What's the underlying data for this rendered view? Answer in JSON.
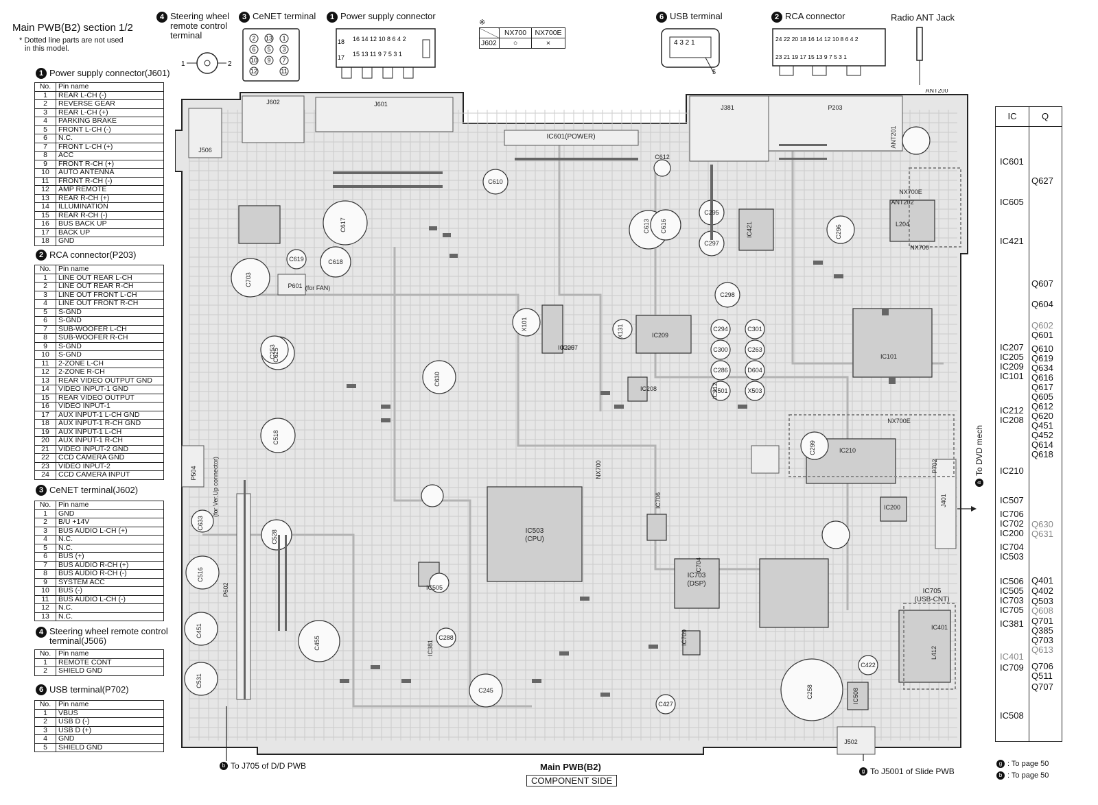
{
  "title": "Main PWB(B2) section 1/2",
  "note_lines": [
    "* Dotted line parts are not used",
    "in this model."
  ],
  "sections": [
    {
      "num": "1",
      "title": "Power supply connector(J601)",
      "headers": [
        "No.",
        "Pin name"
      ],
      "rows": [
        [
          "1",
          "REAR L-CH (-)"
        ],
        [
          "2",
          "REVERSE GEAR"
        ],
        [
          "3",
          "REAR L-CH (+)"
        ],
        [
          "4",
          "PARKING BRAKE"
        ],
        [
          "5",
          "FRONT L-CH (-)"
        ],
        [
          "6",
          "N.C."
        ],
        [
          "7",
          "FRONT L-CH (+)"
        ],
        [
          "8",
          "ACC"
        ],
        [
          "9",
          "FRONT R-CH (+)"
        ],
        [
          "10",
          "AUTO ANTENNA"
        ],
        [
          "11",
          "FRONT R-CH (-)"
        ],
        [
          "12",
          "AMP REMOTE"
        ],
        [
          "13",
          "REAR R-CH (+)"
        ],
        [
          "14",
          "ILLUMINATION"
        ],
        [
          "15",
          "REAR R-CH (-)"
        ],
        [
          "16",
          "BUS BACK UP"
        ],
        [
          "17",
          "BACK UP"
        ],
        [
          "18",
          "GND"
        ]
      ]
    },
    {
      "num": "2",
      "title": "RCA connector(P203)",
      "headers": [
        "No.",
        "Pin name"
      ],
      "rows": [
        [
          "1",
          "LINE OUT REAR L-CH"
        ],
        [
          "2",
          "LINE OUT REAR R-CH"
        ],
        [
          "3",
          "LINE OUT FRONT L-CH"
        ],
        [
          "4",
          "LINE OUT FRONT R-CH"
        ],
        [
          "5",
          "S-GND"
        ],
        [
          "6",
          "S-GND"
        ],
        [
          "7",
          "SUB-WOOFER L-CH"
        ],
        [
          "8",
          "SUB-WOOFER R-CH"
        ],
        [
          "9",
          "S-GND"
        ],
        [
          "10",
          "S-GND"
        ],
        [
          "11",
          "2-ZONE L-CH"
        ],
        [
          "12",
          "2-ZONE R-CH"
        ],
        [
          "13",
          "REAR VIDEO OUTPUT GND"
        ],
        [
          "14",
          "VIDEO INPUT-1 GND"
        ],
        [
          "15",
          "REAR VIDEO OUTPUT"
        ],
        [
          "16",
          "VIDEO INPUT-1"
        ],
        [
          "17",
          "AUX INPUT-1 L-CH GND"
        ],
        [
          "18",
          "AUX INPUT-1 R-CH GND"
        ],
        [
          "19",
          "AUX INPUT-1 L-CH"
        ],
        [
          "20",
          "AUX INPUT-1 R-CH"
        ],
        [
          "21",
          "VIDEO INPUT-2 GND"
        ],
        [
          "22",
          "CCD CAMERA GND"
        ],
        [
          "23",
          "VIDEO INPUT-2"
        ],
        [
          "24",
          "CCD CAMERA INPUT"
        ]
      ]
    },
    {
      "num": "3",
      "title": "CeNET terminal(J602)",
      "headers": [
        "No.",
        "Pin name"
      ],
      "rows": [
        [
          "1",
          "GND"
        ],
        [
          "2",
          "B/U +14V"
        ],
        [
          "3",
          "BUS AUDIO L-CH (+)"
        ],
        [
          "4",
          "N.C."
        ],
        [
          "5",
          "N.C."
        ],
        [
          "6",
          "BUS (+)"
        ],
        [
          "7",
          "BUS AUDIO R-CH (+)"
        ],
        [
          "8",
          "BUS AUDIO R-CH (-)"
        ],
        [
          "9",
          "SYSTEM ACC"
        ],
        [
          "10",
          "BUS (-)"
        ],
        [
          "11",
          "BUS AUDIO L-CH (-)"
        ],
        [
          "12",
          "N.C."
        ],
        [
          "13",
          "N.C."
        ]
      ]
    },
    {
      "num": "4",
      "title": "Steering wheel remote control terminal(J506)",
      "headers": [
        "No.",
        "Pin name"
      ],
      "rows": [
        [
          "1",
          "REMOTE CONT"
        ],
        [
          "2",
          "SHIELD GND"
        ]
      ]
    },
    {
      "num": "6",
      "title": "USB terminal(P702)",
      "headers": [
        "No.",
        "Pin name"
      ],
      "rows": [
        [
          "1",
          "VBUS"
        ],
        [
          "2",
          "USB D (-)"
        ],
        [
          "3",
          "USB D (+)"
        ],
        [
          "4",
          "GND"
        ],
        [
          "5",
          "SHIELD GND"
        ]
      ]
    }
  ],
  "top_labels": {
    "steering": {
      "num": "4",
      "lines": [
        "Steering wheel",
        "remote control",
        "terminal"
      ]
    },
    "cenet": {
      "num": "3",
      "text": "CeNET terminal"
    },
    "power": {
      "num": "1",
      "text": "Power supply connector"
    },
    "usb": {
      "num": "6",
      "text": "USB terminal"
    },
    "rca": {
      "num": "2",
      "text": "RCA connector"
    },
    "radio": "Radio ANT Jack"
  },
  "variant_table": {
    "mark": "※",
    "cols": [
      "NX700",
      "NX700E"
    ],
    "row_label": "J602",
    "row_values": [
      "○",
      "×"
    ]
  },
  "side_table": {
    "headers": [
      "IC",
      "Q"
    ],
    "ic": [
      {
        "t": "IC601",
        "g": false
      },
      {
        "t": "IC605",
        "g": false
      },
      {
        "t": "IC421",
        "g": false
      },
      {
        "t": "IC207",
        "g": false
      },
      {
        "t": "IC205",
        "g": false
      },
      {
        "t": "IC209",
        "g": false
      },
      {
        "t": "IC101",
        "g": false
      },
      {
        "t": "IC212",
        "g": false
      },
      {
        "t": "IC208",
        "g": false
      },
      {
        "t": "IC210",
        "g": false
      },
      {
        "t": "IC507",
        "g": false
      },
      {
        "t": "IC706",
        "g": false
      },
      {
        "t": "IC702",
        "g": false
      },
      {
        "t": "IC200",
        "g": false
      },
      {
        "t": "IC704",
        "g": false
      },
      {
        "t": "IC503",
        "g": false
      },
      {
        "t": "IC506",
        "g": false
      },
      {
        "t": "IC505",
        "g": false
      },
      {
        "t": "IC703",
        "g": false
      },
      {
        "t": "IC705",
        "g": false
      },
      {
        "t": "IC381",
        "g": false
      },
      {
        "t": "IC401",
        "g": true
      },
      {
        "t": "IC709",
        "g": false
      },
      {
        "t": "IC508",
        "g": false
      }
    ],
    "q": [
      {
        "t": "Q627",
        "g": false
      },
      {
        "t": "Q607",
        "g": false
      },
      {
        "t": "Q604",
        "g": false
      },
      {
        "t": "Q602",
        "g": true
      },
      {
        "t": "Q601",
        "g": false
      },
      {
        "t": "Q610",
        "g": false
      },
      {
        "t": "Q619",
        "g": false
      },
      {
        "t": "Q634",
        "g": false
      },
      {
        "t": "Q616",
        "g": false
      },
      {
        "t": "Q617",
        "g": false
      },
      {
        "t": "Q605",
        "g": false
      },
      {
        "t": "Q612",
        "g": false
      },
      {
        "t": "Q620",
        "g": false
      },
      {
        "t": "Q451",
        "g": false
      },
      {
        "t": "Q452",
        "g": false
      },
      {
        "t": "Q614",
        "g": false
      },
      {
        "t": "Q618",
        "g": false
      },
      {
        "t": "Q630",
        "g": true
      },
      {
        "t": "Q631",
        "g": true
      },
      {
        "t": "Q401",
        "g": false
      },
      {
        "t": "Q402",
        "g": false
      },
      {
        "t": "Q503",
        "g": false
      },
      {
        "t": "Q608",
        "g": true
      },
      {
        "t": "Q701",
        "g": false
      },
      {
        "t": "Q385",
        "g": false
      },
      {
        "t": "Q703",
        "g": false
      },
      {
        "t": "Q613",
        "g": true
      },
      {
        "t": "Q706",
        "g": false
      },
      {
        "t": "Q511",
        "g": false
      },
      {
        "t": "Q707",
        "g": false
      }
    ]
  },
  "board": {
    "big_labels": [
      {
        "t": "IC503",
        "s": "(CPU)"
      },
      {
        "t": "IC705",
        "s": "(USB-CNT)"
      },
      {
        "t": "IC703",
        "s": "(DSP)"
      },
      {
        "t": "IC601(POWER)",
        "s": ""
      },
      {
        "t": "IC101",
        "s": ""
      },
      {
        "t": "IC209",
        "s": ""
      },
      {
        "t": "IC210",
        "s": ""
      }
    ],
    "connectors": [
      "J601",
      "J602",
      "P203",
      "J381",
      "J506",
      "P602",
      "P504",
      "J401",
      "J502",
      "ANT200",
      "ANT201",
      "ANT202",
      "P601",
      "P702"
    ],
    "caps": [
      "C610",
      "C612",
      "C613",
      "C616",
      "C617",
      "C618",
      "C619",
      "C703",
      "C625",
      "C630",
      "C633",
      "C516",
      "C451",
      "C531",
      "C455",
      "C518",
      "C528",
      "C253",
      "C288",
      "C245",
      "C427",
      "C422",
      "C258",
      "C299",
      "C296",
      "C295",
      "C297",
      "C298",
      "C294",
      "C301",
      "C300",
      "C263",
      "C286",
      "D604",
      "X501",
      "X503",
      "X101",
      "X131"
    ],
    "misc": [
      "(for FAN)",
      "(for Ver.Up connector)",
      "NX700E",
      "NX700",
      "NX700E",
      "NX700",
      "L204",
      "L412",
      "IC200",
      "IC401",
      "IC421",
      "IC706",
      "IC704",
      "IC709",
      "IC505",
      "IC508",
      "IC208",
      "IC212",
      "IC205",
      "IC207",
      "IC381"
    ]
  },
  "captions": {
    "main_title": "Main PWB(B2)",
    "main_sub": "COMPONENT SIDE",
    "dvd": "To DVD mech",
    "dvd_mark": "a",
    "j705": "To J705 of D/D PWB",
    "j705_mark": "b",
    "j5001": "To J5001 of Slide PWB",
    "j5001_mark": "g",
    "page1": ": To page 50",
    "page1_mark": "g",
    "page2": ": To page 50",
    "page2_mark": "b"
  },
  "colors": {
    "board": "#e4e4e4",
    "trace": "#bdbdbd",
    "outline": "#222222",
    "grey_text": "#888888"
  }
}
